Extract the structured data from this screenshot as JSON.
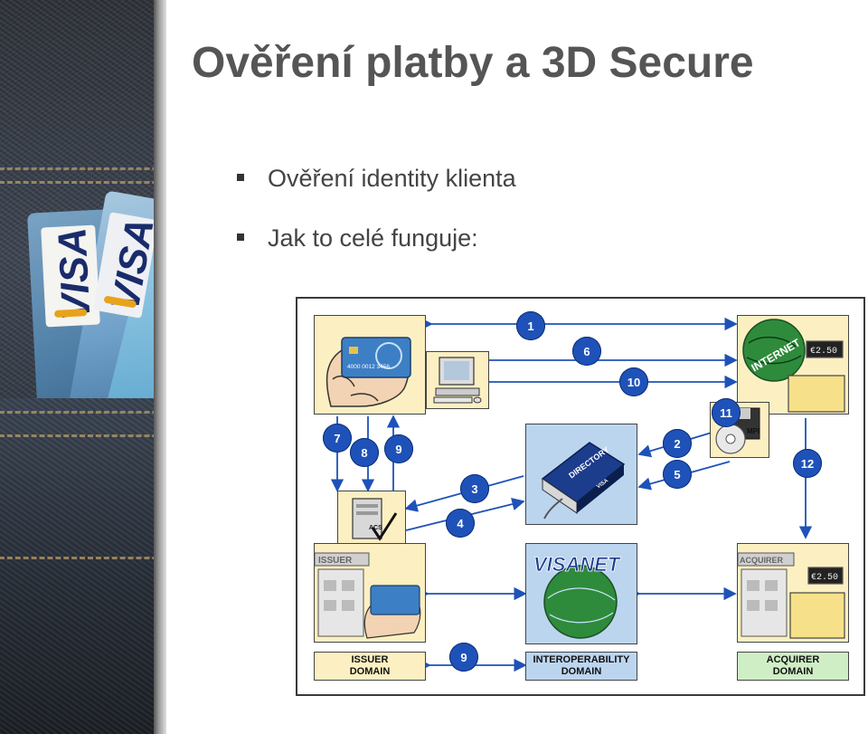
{
  "slide": {
    "title": "Ověření platby a 3D Secure",
    "bullets": [
      "Ověření identity klienta",
      "Jak to celé funguje:"
    ]
  },
  "decor": {
    "card_brand": "VISA"
  },
  "diagram": {
    "illustration_labels": {
      "internet": "INTERNET",
      "directory": "DIRECTORY",
      "directory_brand": "VISA",
      "acs": "ACS",
      "mpi": "MPI",
      "visanet": "VISANET",
      "issuer_bank": "ISSUER",
      "acquirer_bank": "ACQUIRER",
      "price_tag": "€2.50",
      "card_number": "4000 0012 3456"
    },
    "domains": {
      "issuer": [
        "ISSUER",
        "DOMAIN"
      ],
      "interoperability": [
        "INTEROPERABILITY",
        "DOMAIN"
      ],
      "acquirer": [
        "ACQUIRER",
        "DOMAIN"
      ]
    },
    "steps": [
      "1",
      "6",
      "10",
      "11",
      "2",
      "5",
      "12",
      "7",
      "8",
      "9",
      "3",
      "4",
      "9"
    ]
  },
  "colors": {
    "step_badge": "#1f52b8",
    "arrow": "#1f52b8",
    "issuer_domain": "#fcf0c2",
    "interoperability_domain": "#bcd5ef",
    "acquirer_domain": "#cfeec5",
    "title_text": "#555555"
  }
}
